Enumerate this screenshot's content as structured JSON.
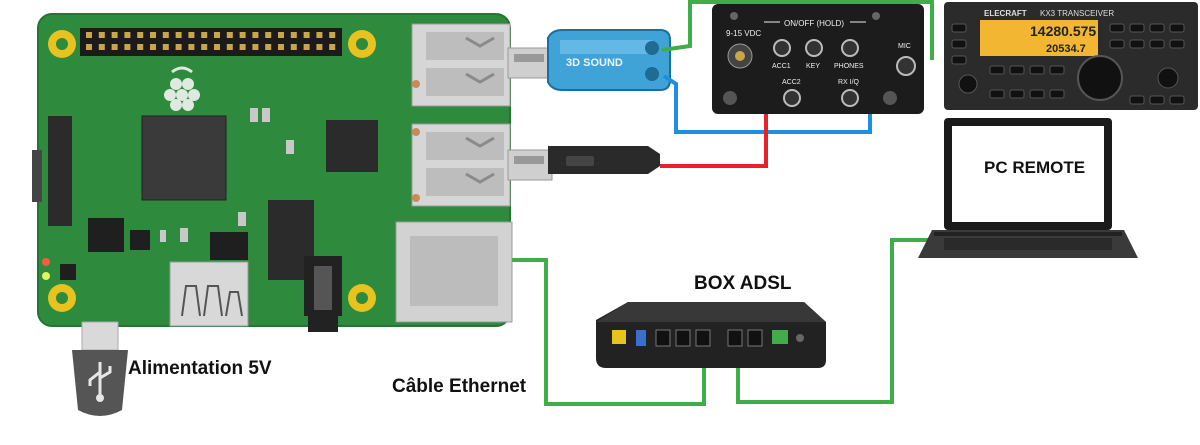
{
  "labels": {
    "power": "Alimentation 5V",
    "ethernet": "Câble Ethernet",
    "box": "BOX ADSL",
    "pc": "PC REMOTE"
  },
  "soundcard": {
    "text": "3D SOUND"
  },
  "interface": {
    "power_in": "9-15 VDC",
    "onoff": "ON/OFF (HOLD)",
    "acc1": "ACC1",
    "key": "KEY",
    "phones": "PHONES",
    "mic": "MIC",
    "acc2": "ACC2",
    "rxiq": "RX I/Q"
  },
  "transceiver": {
    "brand": "ELECRAFT",
    "model": "KX3 TRANSCEIVER",
    "freq_main": "14280.575",
    "freq_sub": "20534.7"
  },
  "colors": {
    "green_cable": "#3fae49",
    "red_cable": "#e8202a",
    "blue_cable": "#1e8fe0",
    "pcb": "#2e8b3e"
  }
}
